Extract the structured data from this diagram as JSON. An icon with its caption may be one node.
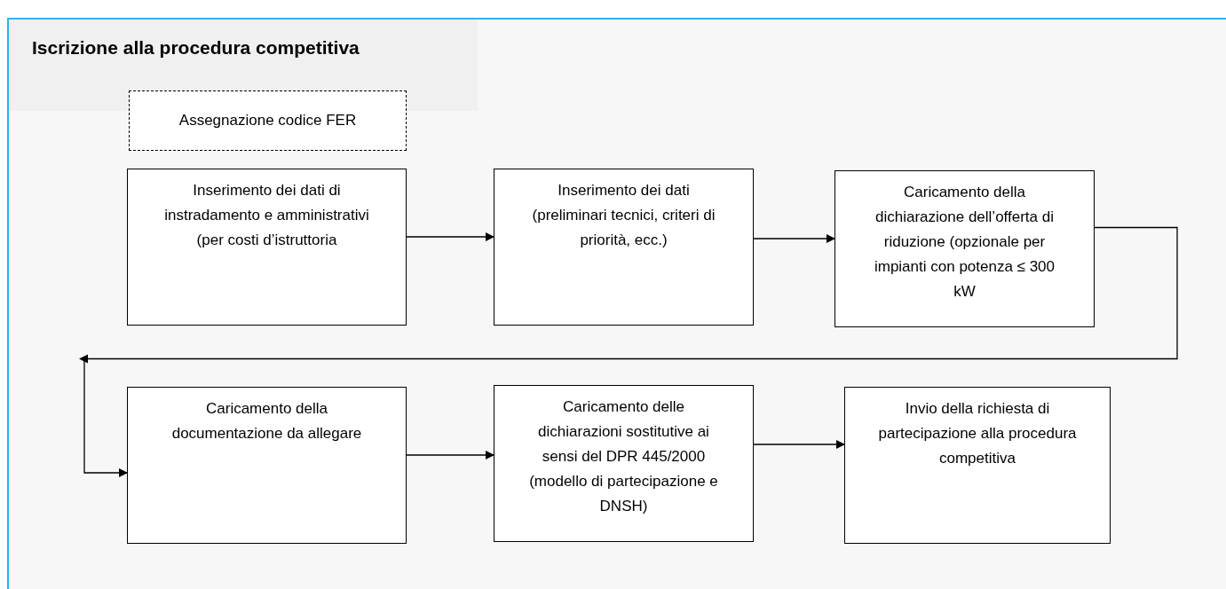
{
  "diagram": {
    "title": "Iscrizione alla procedura competitiva",
    "nodes": [
      {
        "text": [
          "Assegnazione codice FER"
        ]
      },
      {
        "text": [
          "Inserimento dei dati di instradamento e amministrativi (per costi d’istruttoria"
        ]
      },
      {
        "text": [
          "Inserimento dei dati (preliminari tecnici, criteri di priorità, ecc.)"
        ]
      },
      {
        "text": [
          "Caricamento della dichiarazione dell’offerta di riduzione (opzionale per impianti con potenza ≤ 300 kW"
        ]
      },
      {
        "text": [
          "Caricamento della documentazione da allegare"
        ]
      },
      {
        "text": [
          "Caricamento delle dichiarazioni sostitutive ai sensi del DPR 445/2000 (modello di partecipazione e DNSH)"
        ]
      },
      {
        "text": [
          "Invio della richiesta di partecipazione alla procedura competitiva"
        ]
      }
    ],
    "edges": [
      {
        "from": 1,
        "to": 2,
        "arrow": "to"
      },
      {
        "from": 2,
        "to": 3,
        "arrow": "to"
      },
      {
        "from": 3,
        "to": 4,
        "arrow": "to"
      },
      {
        "from": 4,
        "to": 5,
        "arrow": "to"
      },
      {
        "from": 5,
        "to": 6,
        "arrow": "to"
      }
    ]
  }
}
